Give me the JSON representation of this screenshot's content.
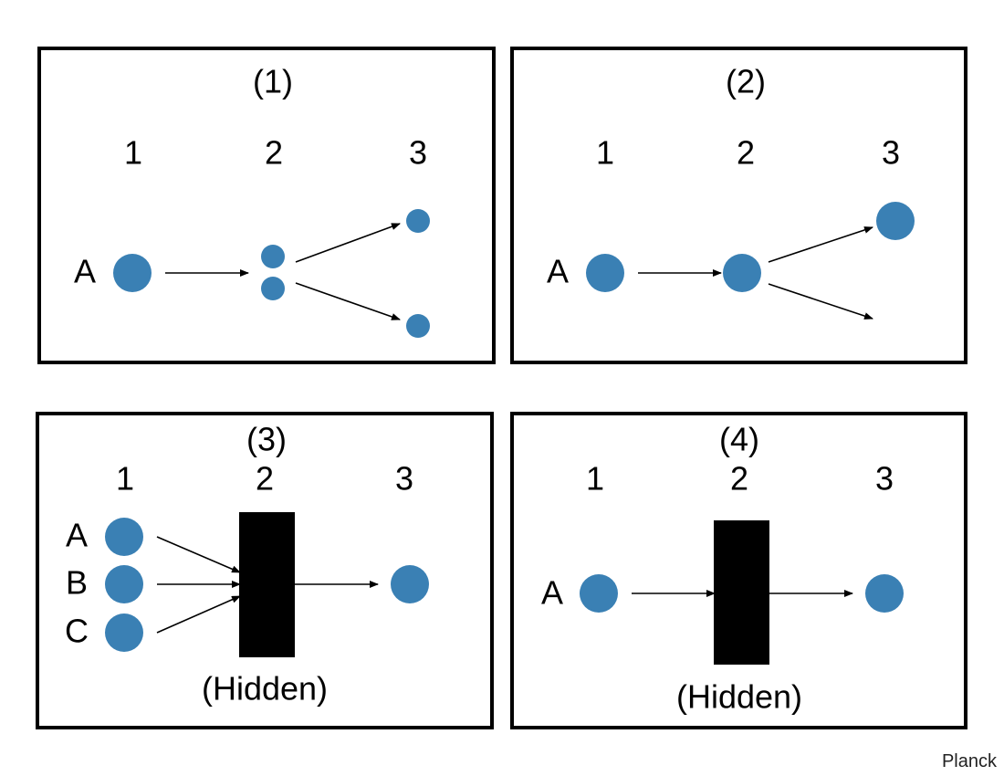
{
  "colors": {
    "node": "#3a80b4",
    "frame": "#000000",
    "hidden_box": "#000000"
  },
  "panels": [
    {
      "title": "(1)",
      "columns": [
        "1",
        "2",
        "3"
      ],
      "inputs": [
        "A"
      ]
    },
    {
      "title": "(2)",
      "columns": [
        "1",
        "2",
        "3"
      ],
      "inputs": [
        "A"
      ]
    },
    {
      "title": "(3)",
      "columns": [
        "1",
        "2",
        "3"
      ],
      "inputs": [
        "A",
        "B",
        "C"
      ],
      "hidden_label": "(Hidden)"
    },
    {
      "title": "(4)",
      "columns": [
        "1",
        "2",
        "3"
      ],
      "inputs": [
        "A"
      ],
      "hidden_label": "(Hidden)"
    }
  ],
  "credit": "Planck"
}
